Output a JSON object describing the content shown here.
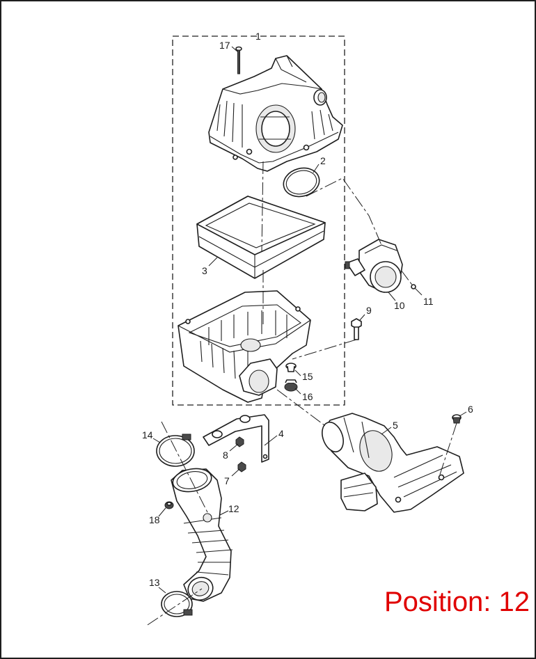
{
  "diagram": {
    "position_label": "Position: 12",
    "position_label_color": "#e00000",
    "line_color": "#1e1e1e",
    "callouts": [
      {
        "id": "1",
        "text": "1"
      },
      {
        "id": "2",
        "text": "2"
      },
      {
        "id": "3",
        "text": "3"
      },
      {
        "id": "4",
        "text": "4"
      },
      {
        "id": "5",
        "text": "5"
      },
      {
        "id": "6",
        "text": "6"
      },
      {
        "id": "7",
        "text": "7"
      },
      {
        "id": "8",
        "text": "8"
      },
      {
        "id": "9",
        "text": "9"
      },
      {
        "id": "10",
        "text": "10"
      },
      {
        "id": "11",
        "text": "11"
      },
      {
        "id": "12",
        "text": "12"
      },
      {
        "id": "13",
        "text": "13"
      },
      {
        "id": "14",
        "text": "14"
      },
      {
        "id": "15",
        "text": "15"
      },
      {
        "id": "16",
        "text": "16"
      },
      {
        "id": "17",
        "text": "17"
      },
      {
        "id": "18",
        "text": "18"
      }
    ]
  }
}
